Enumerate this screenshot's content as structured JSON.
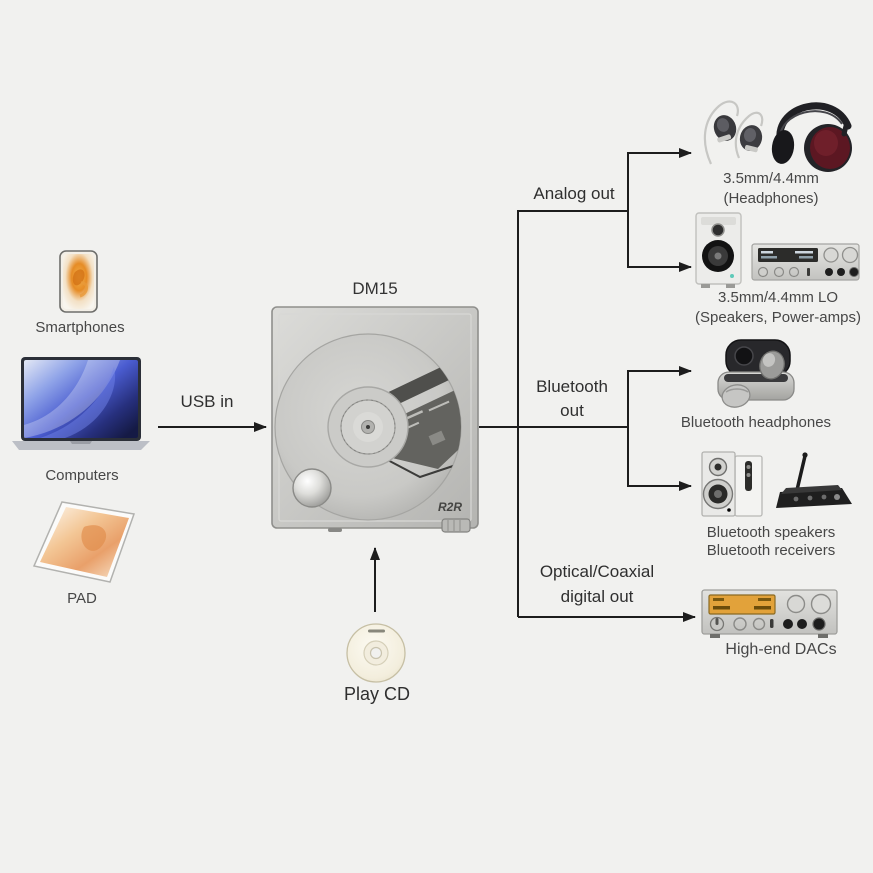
{
  "colors": {
    "background": "#f1f1ef",
    "line": "#1d1d1d",
    "text": "#3c3c3c",
    "dac_display": "#e2a23a",
    "headphone_cup": "#5c1722"
  },
  "device": {
    "title": "DM15",
    "logo": "R2R"
  },
  "inputs": {
    "usb_label": "USB in",
    "cd_label": "Play CD",
    "sources": [
      {
        "label": "Smartphones"
      },
      {
        "label": "Computers"
      },
      {
        "label": "PAD"
      }
    ]
  },
  "outputs": {
    "analog": {
      "label": "Analog out",
      "targets": [
        {
          "line1": "3.5mm/4.4mm",
          "line2": "(Headphones)"
        },
        {
          "line1": "3.5mm/4.4mm LO",
          "line2": "(Speakers, Power-amps)"
        }
      ]
    },
    "bluetooth": {
      "label_line1": "Bluetooth",
      "label_line2": "out",
      "targets": [
        {
          "line1": "Bluetooth headphones"
        },
        {
          "line1": "Bluetooth speakers",
          "line2": "Bluetooth receivers"
        }
      ]
    },
    "digital": {
      "label_line1": "Optical/Coaxial",
      "label_line2": "digital out",
      "targets": [
        {
          "line1": "High-end DACs"
        }
      ]
    }
  }
}
